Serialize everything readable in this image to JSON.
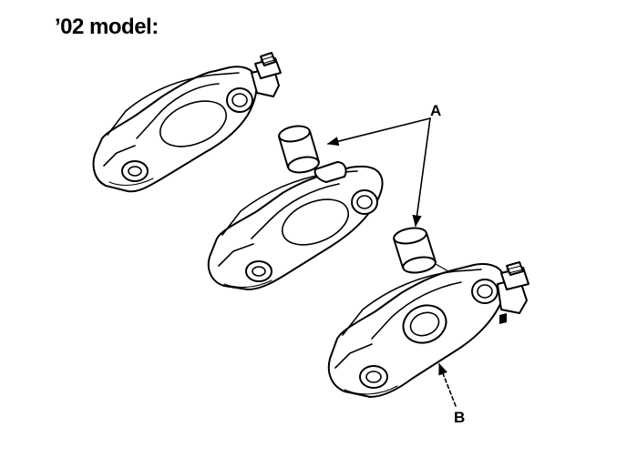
{
  "diagram": {
    "title": "’02 model:",
    "callouts": {
      "a": "A",
      "b": "B"
    }
  }
}
